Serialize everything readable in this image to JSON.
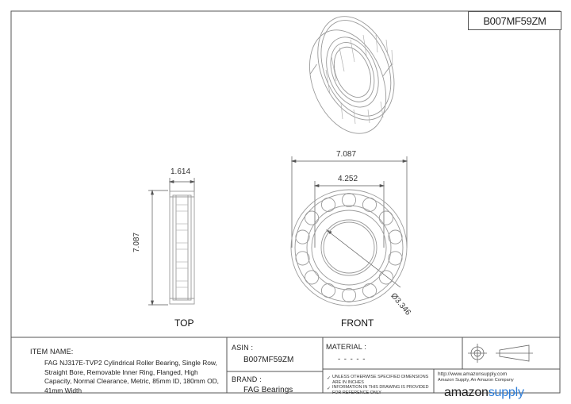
{
  "drawing": {
    "asin_header": "B007MF59ZM",
    "views": {
      "top_label": "TOP",
      "front_label": "FRONT"
    },
    "dimensions": {
      "width": "1.614",
      "height": "7.087",
      "outer_diameter": "7.087",
      "inner_diameter": "4.252",
      "bore_diameter": "Ø3.346"
    }
  },
  "title_block": {
    "item_name_label": "ITEM NAME:",
    "item_name_value": "FAG NJ317E-TVP2 Cylindrical Roller Bearing, Single Row, Straight Bore, Removable Inner Ring, Flanged, High Capacity, Normal Clearance, Metric, 85mm ID, 180mm OD, 41mm Width",
    "asin_label": "ASIN :",
    "asin_value": "B007MF59ZM",
    "brand_label": "BRAND :",
    "brand_value": "FAG Bearings",
    "material_label": "MATERIAL :",
    "material_value": "- - - - -",
    "note_1": "UNLESS OTHERWISE SPECIFIED DIMENSIONS ARE IN INCHES",
    "note_2": "INFORMATION IN THIS DRAWING IS PROVIDED FOR REFERENCE ONLY",
    "amazon_url": "http://www.amazonsupply.com",
    "amazon_company": "Amazon Supply, An Amazon Company",
    "logo_amazon": "amazon",
    "logo_supply": "supply"
  },
  "colors": {
    "line": "#555555",
    "part_line": "#9a9a9a",
    "logo_accent": "#2b7bd6"
  }
}
